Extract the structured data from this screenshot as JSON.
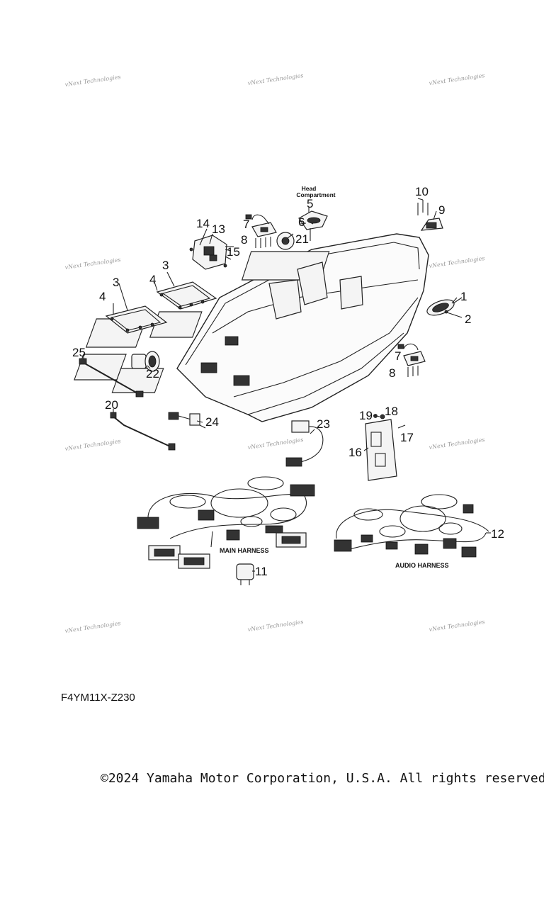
{
  "watermark": "vNext Technologies",
  "diagram_code": "F4YM11X-Z230",
  "copyright": "©2024 Yamaha Motor Corporation, U.S.A. All rights reserved.",
  "head_compartment_line1": "Head",
  "head_compartment_line2": "Compartment",
  "main_harness": "MAIN HARNESS",
  "audio_harness": "AUDIO HARNESS",
  "callouts": {
    "c1": "1",
    "c2": "2",
    "c3a": "3",
    "c3b": "3",
    "c4a": "4",
    "c4b": "4",
    "c5": "5",
    "c6": "6",
    "c7a": "7",
    "c7b": "7",
    "c8a": "8",
    "c8b": "8",
    "c9": "9",
    "c10": "10",
    "c11": "11",
    "c12": "12",
    "c13": "13",
    "c14": "14",
    "c15": "15",
    "c16": "16",
    "c17": "17",
    "c18": "18",
    "c19": "19",
    "c20": "20",
    "c21": "21",
    "c22": "22",
    "c23": "23",
    "c24": "24",
    "c25": "25"
  }
}
